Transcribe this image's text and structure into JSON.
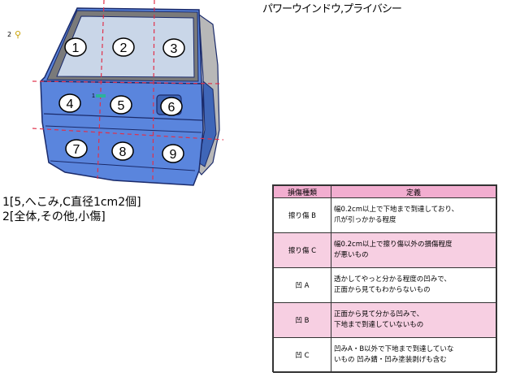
{
  "title": "パワーウインドウ,プライバシー",
  "pin": {
    "label": "2",
    "icon": "map-pin-icon"
  },
  "diagram": {
    "colors": {
      "door": "#5a85dd",
      "outline": "#1a2a6a",
      "window": "#c9d6e8",
      "frame": "#7a7a7a",
      "seam": "#e0304a"
    },
    "zones": [
      "1",
      "2",
      "3",
      "4",
      "5",
      "6",
      "7",
      "8",
      "9"
    ],
    "small_marker": "1"
  },
  "notes": [
    "1[5,へこみ,C直径1cm2個]",
    "2[全体,その他,小傷]"
  ],
  "legend": {
    "headers": {
      "kind": "損傷種類",
      "definition": "定義"
    },
    "rows": [
      {
        "kind": "擦り傷 B",
        "line1": "幅0.2cm以上で下地まで到達しており、",
        "line2": "爪が引っかかる程度"
      },
      {
        "kind": "擦り傷 C",
        "line1": "幅0.2cm以上で擦り傷以外の損傷程度",
        "line2": "が悪いもの"
      },
      {
        "kind": "凹 A",
        "line1": "透かしてやっと分かる程度の凹みで、",
        "line2": "正面から見てもわからないもの"
      },
      {
        "kind": "凹 B",
        "line1": "正面から見て分かる凹みで、",
        "line2": "下地まで到達していないもの"
      },
      {
        "kind": "凹 C",
        "line1": "凹みA・B以外で下地まで到達していな",
        "line2": "いもの 凹み錆・凹み塗装剥げも含む"
      }
    ]
  }
}
